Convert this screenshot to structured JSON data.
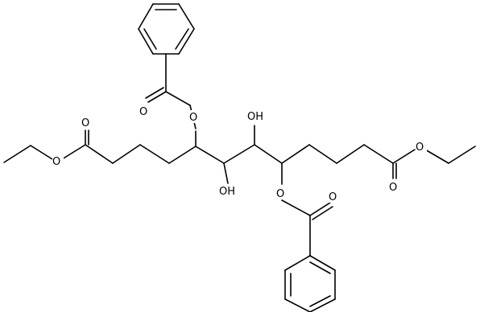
{
  "structure": {
    "atoms": {
      "o1": "O",
      "o2": "O",
      "o3": "O",
      "o4": "O",
      "o5": "O",
      "o6": "O",
      "o7": "O",
      "o8": "O",
      "oh1": "OH",
      "oh2": "OH"
    }
  }
}
